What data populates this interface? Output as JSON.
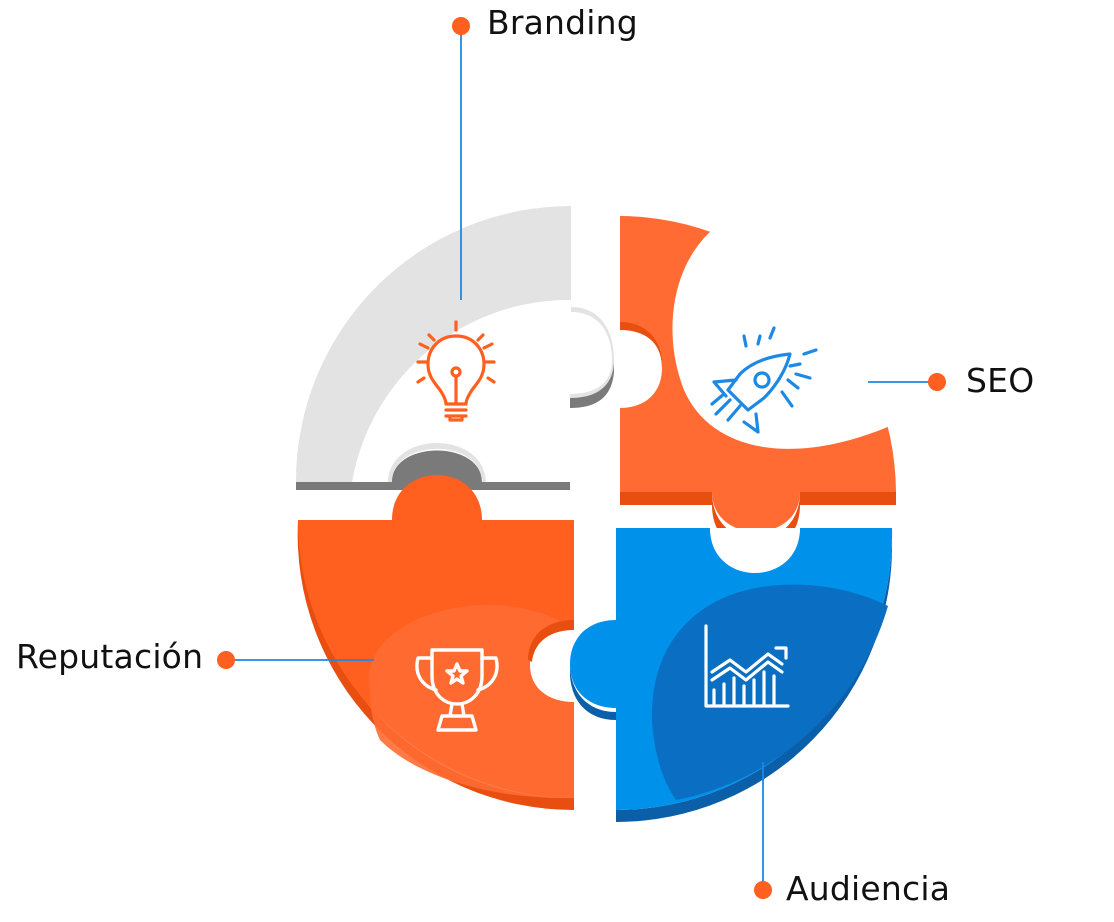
{
  "labels": {
    "branding": "Branding",
    "seo": "SEO",
    "reputacion": "Reputación",
    "audiencia": "Audiencia"
  },
  "icons": {
    "branding": "lightbulb-icon",
    "seo": "rocket-icon",
    "reputacion": "trophy-icon",
    "audiencia": "growth-chart-icon"
  },
  "colors": {
    "orange": "#FF5F1F",
    "orange_light": "#FF6B33",
    "orange_dark": "#E84E10",
    "blue": "#0091EA",
    "blue_dark": "#0A6FC2",
    "blue_deep": "#0B5FA8",
    "gray": "#E3E3E3",
    "gray_dark": "#7A7A7A",
    "connector": "#1E88E5",
    "dot": "#FF5F1F"
  }
}
